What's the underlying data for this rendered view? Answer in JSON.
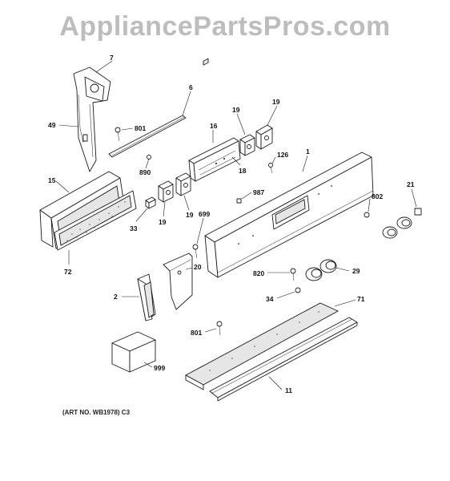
{
  "watermark": "AppliancePartsPros.com",
  "art_note": "(ART NO. WB1978) C3",
  "callouts": {
    "c7": "7",
    "c6": "6",
    "c49": "49",
    "c801_top": "801",
    "c16": "16",
    "c19_a": "19",
    "c19_b": "19",
    "c18": "18",
    "c126": "126",
    "c1": "1",
    "c890": "890",
    "c15": "15",
    "c987": "987",
    "c802": "802",
    "c21": "21",
    "c19_c": "19",
    "c19_d": "19",
    "c699": "699",
    "c33": "33",
    "c72": "72",
    "c20": "20",
    "c820": "820",
    "c29": "29",
    "c2": "2",
    "c34": "34",
    "c71": "71",
    "c801_bottom": "801",
    "c999": "999",
    "c11": "11"
  }
}
